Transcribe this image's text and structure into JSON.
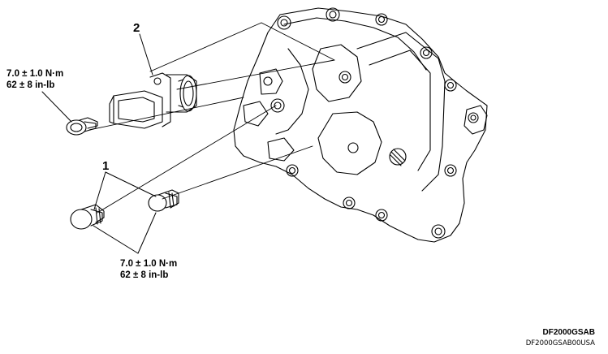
{
  "callouts": {
    "item_1": "1",
    "item_2": "2"
  },
  "torque_specs": {
    "upper": {
      "line1": "7.0 ± 1.0 N·m",
      "line2": "62 ± 8 in-lb"
    },
    "lower": {
      "line1": "7.0 ± 1.0 N·m",
      "line2": "62 ± 8 in-lb"
    }
  },
  "figure_codes": {
    "primary": "DF2000GSAB",
    "secondary": "DF2000GSAB00USA"
  },
  "colors": {
    "line": "#000000",
    "background": "#ffffff"
  }
}
